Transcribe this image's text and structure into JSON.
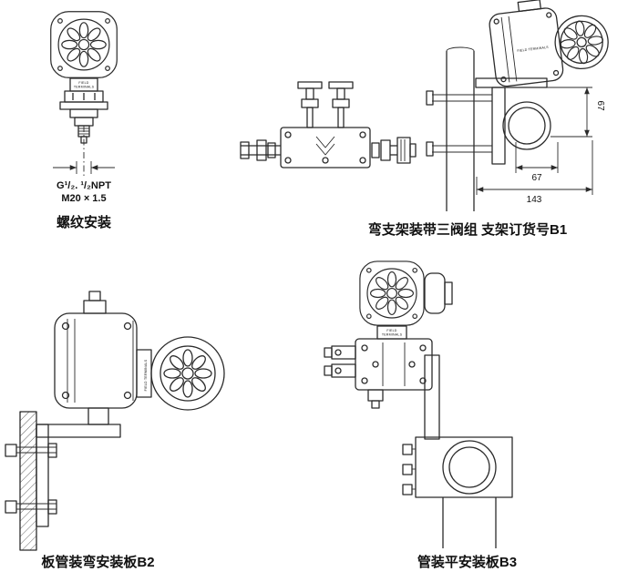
{
  "page": {
    "background": "#ffffff",
    "line_color": "#2b2b2b"
  },
  "transmitter": {
    "label": "FIELD TERMINALS",
    "label_line1": "FIELD",
    "label_line2": "TERMINALS"
  },
  "threaded_mount": {
    "thread_spec_line1": "G¹/₂. ¹/₂NPT",
    "thread_spec_line2": "M20 × 1.5",
    "caption": "螺纹安装"
  },
  "bracket_b1": {
    "caption": "弯支架装带三阀组 支架订货号B1",
    "dim_height": "67",
    "dim_offset": "67",
    "dim_total": "143"
  },
  "plate_b2": {
    "caption": "板管装弯安装板B2"
  },
  "plate_b3": {
    "caption": "管装平安装板B3"
  }
}
